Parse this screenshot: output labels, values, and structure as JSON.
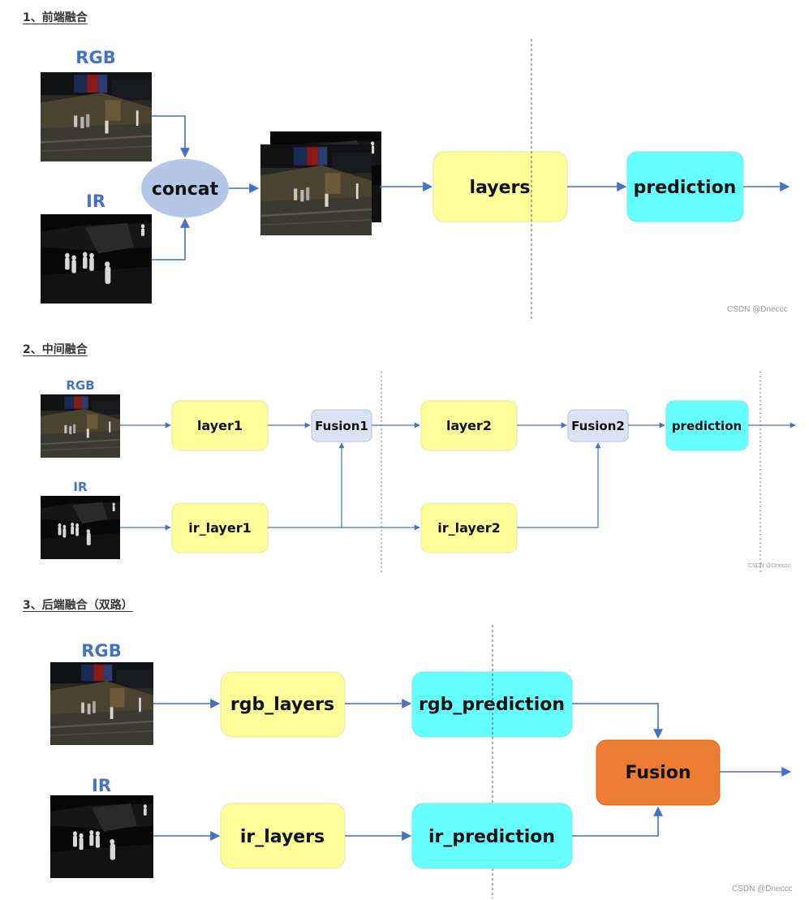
{
  "sections": [
    {
      "heading": "1、前端融合",
      "rgb_label": "RGB",
      "ir_label": "IR",
      "concat_label": "concat",
      "layers_label": "layers",
      "prediction_label": "prediction"
    },
    {
      "heading": "2、中间融合",
      "rgb_label": "RGB",
      "ir_label": "IR",
      "layer1_label": "layer1",
      "fusion1_label": "Fusion1",
      "layer2_label": "layer2",
      "fusion2_label": "Fusion2",
      "prediction_label": "prediction",
      "ir_layer1_label": "ir_layer1",
      "ir_layer2_label": "ir_layer2"
    },
    {
      "heading": "3、后端融合（双路）",
      "rgb_label": "RGB",
      "ir_label": "IR",
      "rgb_layers_label": "rgb_layers",
      "rgb_prediction_label": "rgb_prediction",
      "ir_layers_label": "ir_layers",
      "ir_prediction_label": "ir_prediction",
      "fusion_label": "Fusion"
    }
  ],
  "watermarks": [
    "CSDN @Dneccc",
    "CSDN @Dneccc",
    "CSDN @Dneccc"
  ],
  "colors": {
    "arrow": "#4472c4",
    "label_blue": "#4472c4",
    "yellow_box": "#ffff99",
    "cyan_box": "#66ffff",
    "fusion_small": "#dae3f3",
    "concat": "#b4c7e7",
    "orange": "#ed7d31"
  }
}
